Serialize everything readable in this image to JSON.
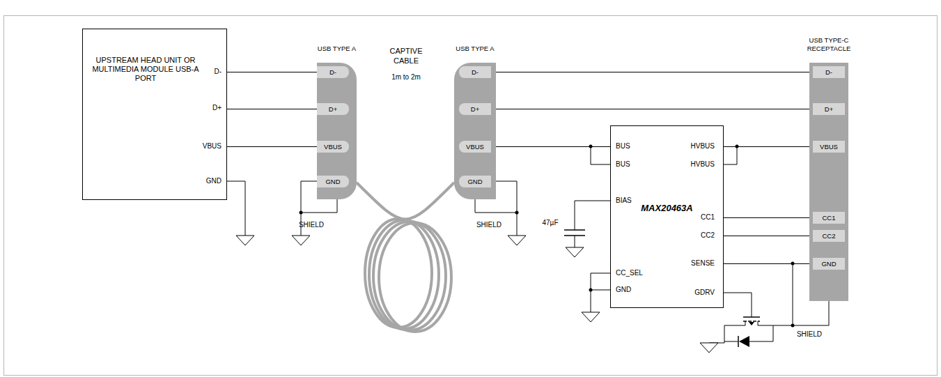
{
  "diagram": {
    "nodes": [
      {
        "text": [
          "UPSTREAM HEAD UNIT OR MULTIMEDIA MODULE USB-A PORT"
        ]
      },
      {
        "text": [
          "USB TYPE A"
        ]
      },
      {
        "text": [
          "D-"
        ],
        "in": 1
      },
      {
        "text": [
          "D+"
        ],
        "in": 1
      },
      {
        "text": [
          "VBUS"
        ],
        "in": 1
      },
      {
        "text": [
          "GND"
        ],
        "in": 1
      },
      {
        "text": [
          "USB TYPE A"
        ]
      },
      {
        "text": [
          "D-"
        ],
        "in": 6
      },
      {
        "text": [
          "D+"
        ],
        "in": 6
      },
      {
        "text": [
          "VBUS"
        ],
        "in": 6
      },
      {
        "text": [
          "GND"
        ],
        "in": 6
      },
      {
        "text": [
          "MAX20463A"
        ]
      },
      {
        "text": [
          "USB TYPE-C RECEPTACLE"
        ]
      },
      {
        "text": [
          "D-"
        ],
        "in": 12
      },
      {
        "text": [
          "D+"
        ],
        "in": 12
      },
      {
        "text": [
          "VBUS"
        ],
        "in": 12
      },
      {
        "text": [
          "CC1"
        ],
        "in": 12
      },
      {
        "text": [
          "CC2"
        ],
        "in": 12
      },
      {
        "text": [
          "GND"
        ],
        "in": 12
      }
    ],
    "edges": [
      {
        "from": 0,
        "to": 2,
        "arrow": "none"
      },
      {
        "from": 0,
        "to": 3,
        "arrow": "none"
      },
      {
        "from": 0,
        "to": 4,
        "arrow": "none"
      },
      {
        "from": 1,
        "to": 6,
        "arrow": "none"
      },
      {
        "from": 7,
        "to": 13,
        "arrow": "none"
      },
      {
        "from": 8,
        "to": 14,
        "arrow": "none"
      },
      {
        "from": 9,
        "to": 11,
        "arrow": "none"
      },
      {
        "from": 11,
        "to": 15,
        "arrow": "none"
      },
      {
        "from": 11,
        "to": 16,
        "arrow": "none"
      },
      {
        "from": 11,
        "to": 17,
        "arrow": "none"
      },
      {
        "from": 11,
        "to": 18,
        "arrow": "none"
      }
    ],
    "labels": [
      "D-",
      "D+",
      "VBUS",
      "GND",
      "SHIELD",
      "CAPTIVE CABLE",
      "1m to 2m",
      "SHIELD",
      "BUS",
      "BUS",
      "HVBUS",
      "HVBUS",
      "BIAS",
      "CC1",
      "CC2",
      "SENSE",
      "CC_SEL",
      "GND",
      "GDRV",
      "47µF",
      "SHIELD"
    ]
  }
}
